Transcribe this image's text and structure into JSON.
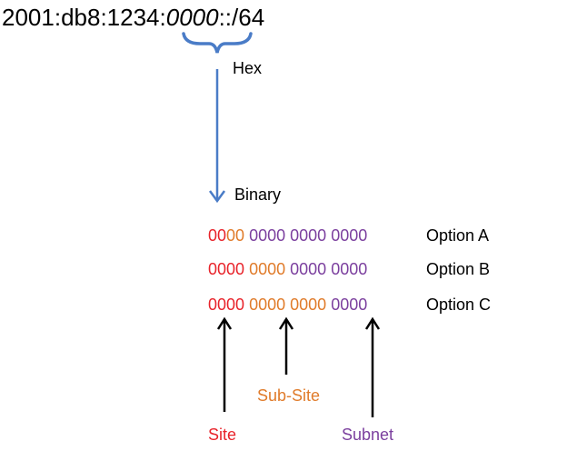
{
  "address": {
    "prefix": "2001:db8:1234:",
    "highlight": "0000",
    "suffix": "::/64"
  },
  "labels": {
    "hex": "Hex",
    "binary": "Binary"
  },
  "rows": [
    {
      "option": "Option A",
      "groups": [
        [
          {
            "text": "00",
            "color": "red"
          },
          {
            "text": "00",
            "color": "orange"
          }
        ],
        [
          {
            "text": "0000",
            "color": "purple"
          }
        ],
        [
          {
            "text": "0000",
            "color": "purple"
          }
        ],
        [
          {
            "text": "0000",
            "color": "purple"
          }
        ]
      ]
    },
    {
      "option": "Option B",
      "groups": [
        [
          {
            "text": "0000",
            "color": "red"
          }
        ],
        [
          {
            "text": "0000",
            "color": "orange"
          }
        ],
        [
          {
            "text": "0000",
            "color": "purple"
          }
        ],
        [
          {
            "text": "0000",
            "color": "purple"
          }
        ]
      ]
    },
    {
      "option": "Option C",
      "groups": [
        [
          {
            "text": "0000",
            "color": "red"
          }
        ],
        [
          {
            "text": "0000",
            "color": "orange"
          }
        ],
        [
          {
            "text": "0000",
            "color": "orange"
          }
        ],
        [
          {
            "text": "0000",
            "color": "purple"
          }
        ]
      ]
    }
  ],
  "legend": {
    "site": "Site",
    "subsite": "Sub-Site",
    "subnet": "Subnet"
  },
  "colors": {
    "red": "#e8232a",
    "orange": "#e07b2a",
    "purple": "#7b3f9e",
    "blue": "#4a7cc7"
  }
}
